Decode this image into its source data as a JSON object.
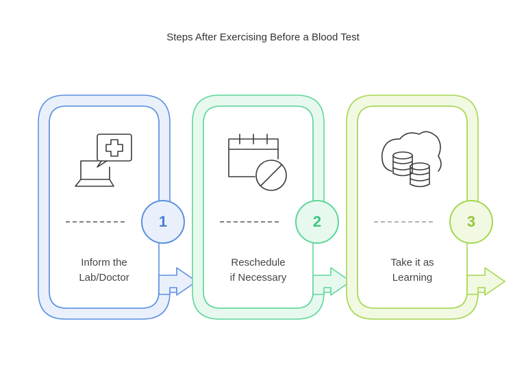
{
  "title": "Steps After Exercising Before a Blood Test",
  "steps": [
    {
      "number": "1",
      "line1": "Inform the",
      "line2": "Lab/Doctor",
      "icon": "laptop-medical-chat-icon",
      "stroke": "#5b8fe0",
      "fill": "#e9f0fc",
      "number_color": "#4a7fd6"
    },
    {
      "number": "2",
      "line1": "Reschedule",
      "line2": "if Necessary",
      "icon": "calendar-cancel-icon",
      "stroke": "#5dd69a",
      "fill": "#e7f9ef",
      "number_color": "#3ec482"
    },
    {
      "number": "3",
      "line1": "Take it as",
      "line2": "Learning",
      "icon": "cloud-database-icon",
      "stroke": "#a4d64e",
      "fill": "#f1f9e2",
      "number_color": "#92c43a"
    }
  ]
}
